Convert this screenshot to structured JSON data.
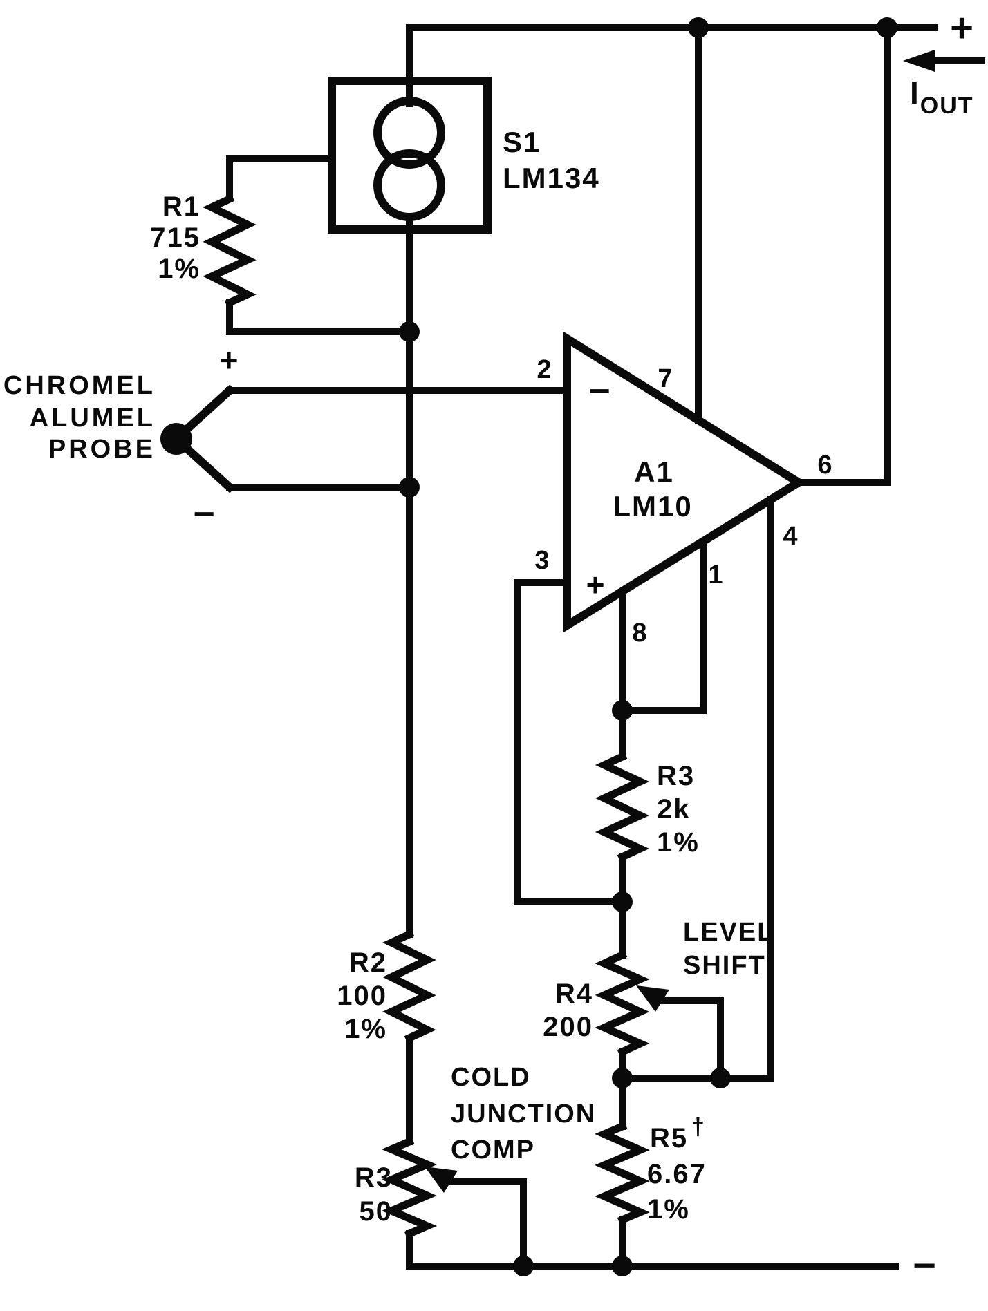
{
  "schematic": {
    "supply": {
      "plus": "+",
      "minus": "−",
      "iout_main": "I",
      "iout_sub": "OUT"
    },
    "s1": {
      "ref": "S1",
      "part": "LM134"
    },
    "r1": {
      "ref": "R1",
      "value": "715",
      "tolerance": "1%"
    },
    "probe": {
      "line1": "CHROMEL",
      "line2": "ALUMEL",
      "line3": "PROBE",
      "plus": "+",
      "minus": "−"
    },
    "a1": {
      "ref": "A1",
      "part": "LM10",
      "inv_sign": "−",
      "noninv_sign": "+",
      "pins": {
        "inverting": "2",
        "noninverting": "3",
        "v_plus": "7",
        "output": "6",
        "v_minus": "4",
        "balance": "1",
        "reference": "8"
      }
    },
    "r3_gain": {
      "ref": "R3",
      "value": "2k",
      "tolerance": "1%"
    },
    "r4": {
      "ref": "R4",
      "value": "200",
      "note_line1": "LEVEL",
      "note_line2": "SHIFT"
    },
    "r5": {
      "ref": "R5",
      "dagger": "†",
      "value": "6.67",
      "tolerance": "1%"
    },
    "r2": {
      "ref": "R2",
      "value": "100",
      "tolerance": "1%"
    },
    "r3_cjc": {
      "ref": "R3",
      "value": "50",
      "note_line1": "COLD",
      "note_line2": "JUNCTION",
      "note_line3": "COMP"
    }
  }
}
